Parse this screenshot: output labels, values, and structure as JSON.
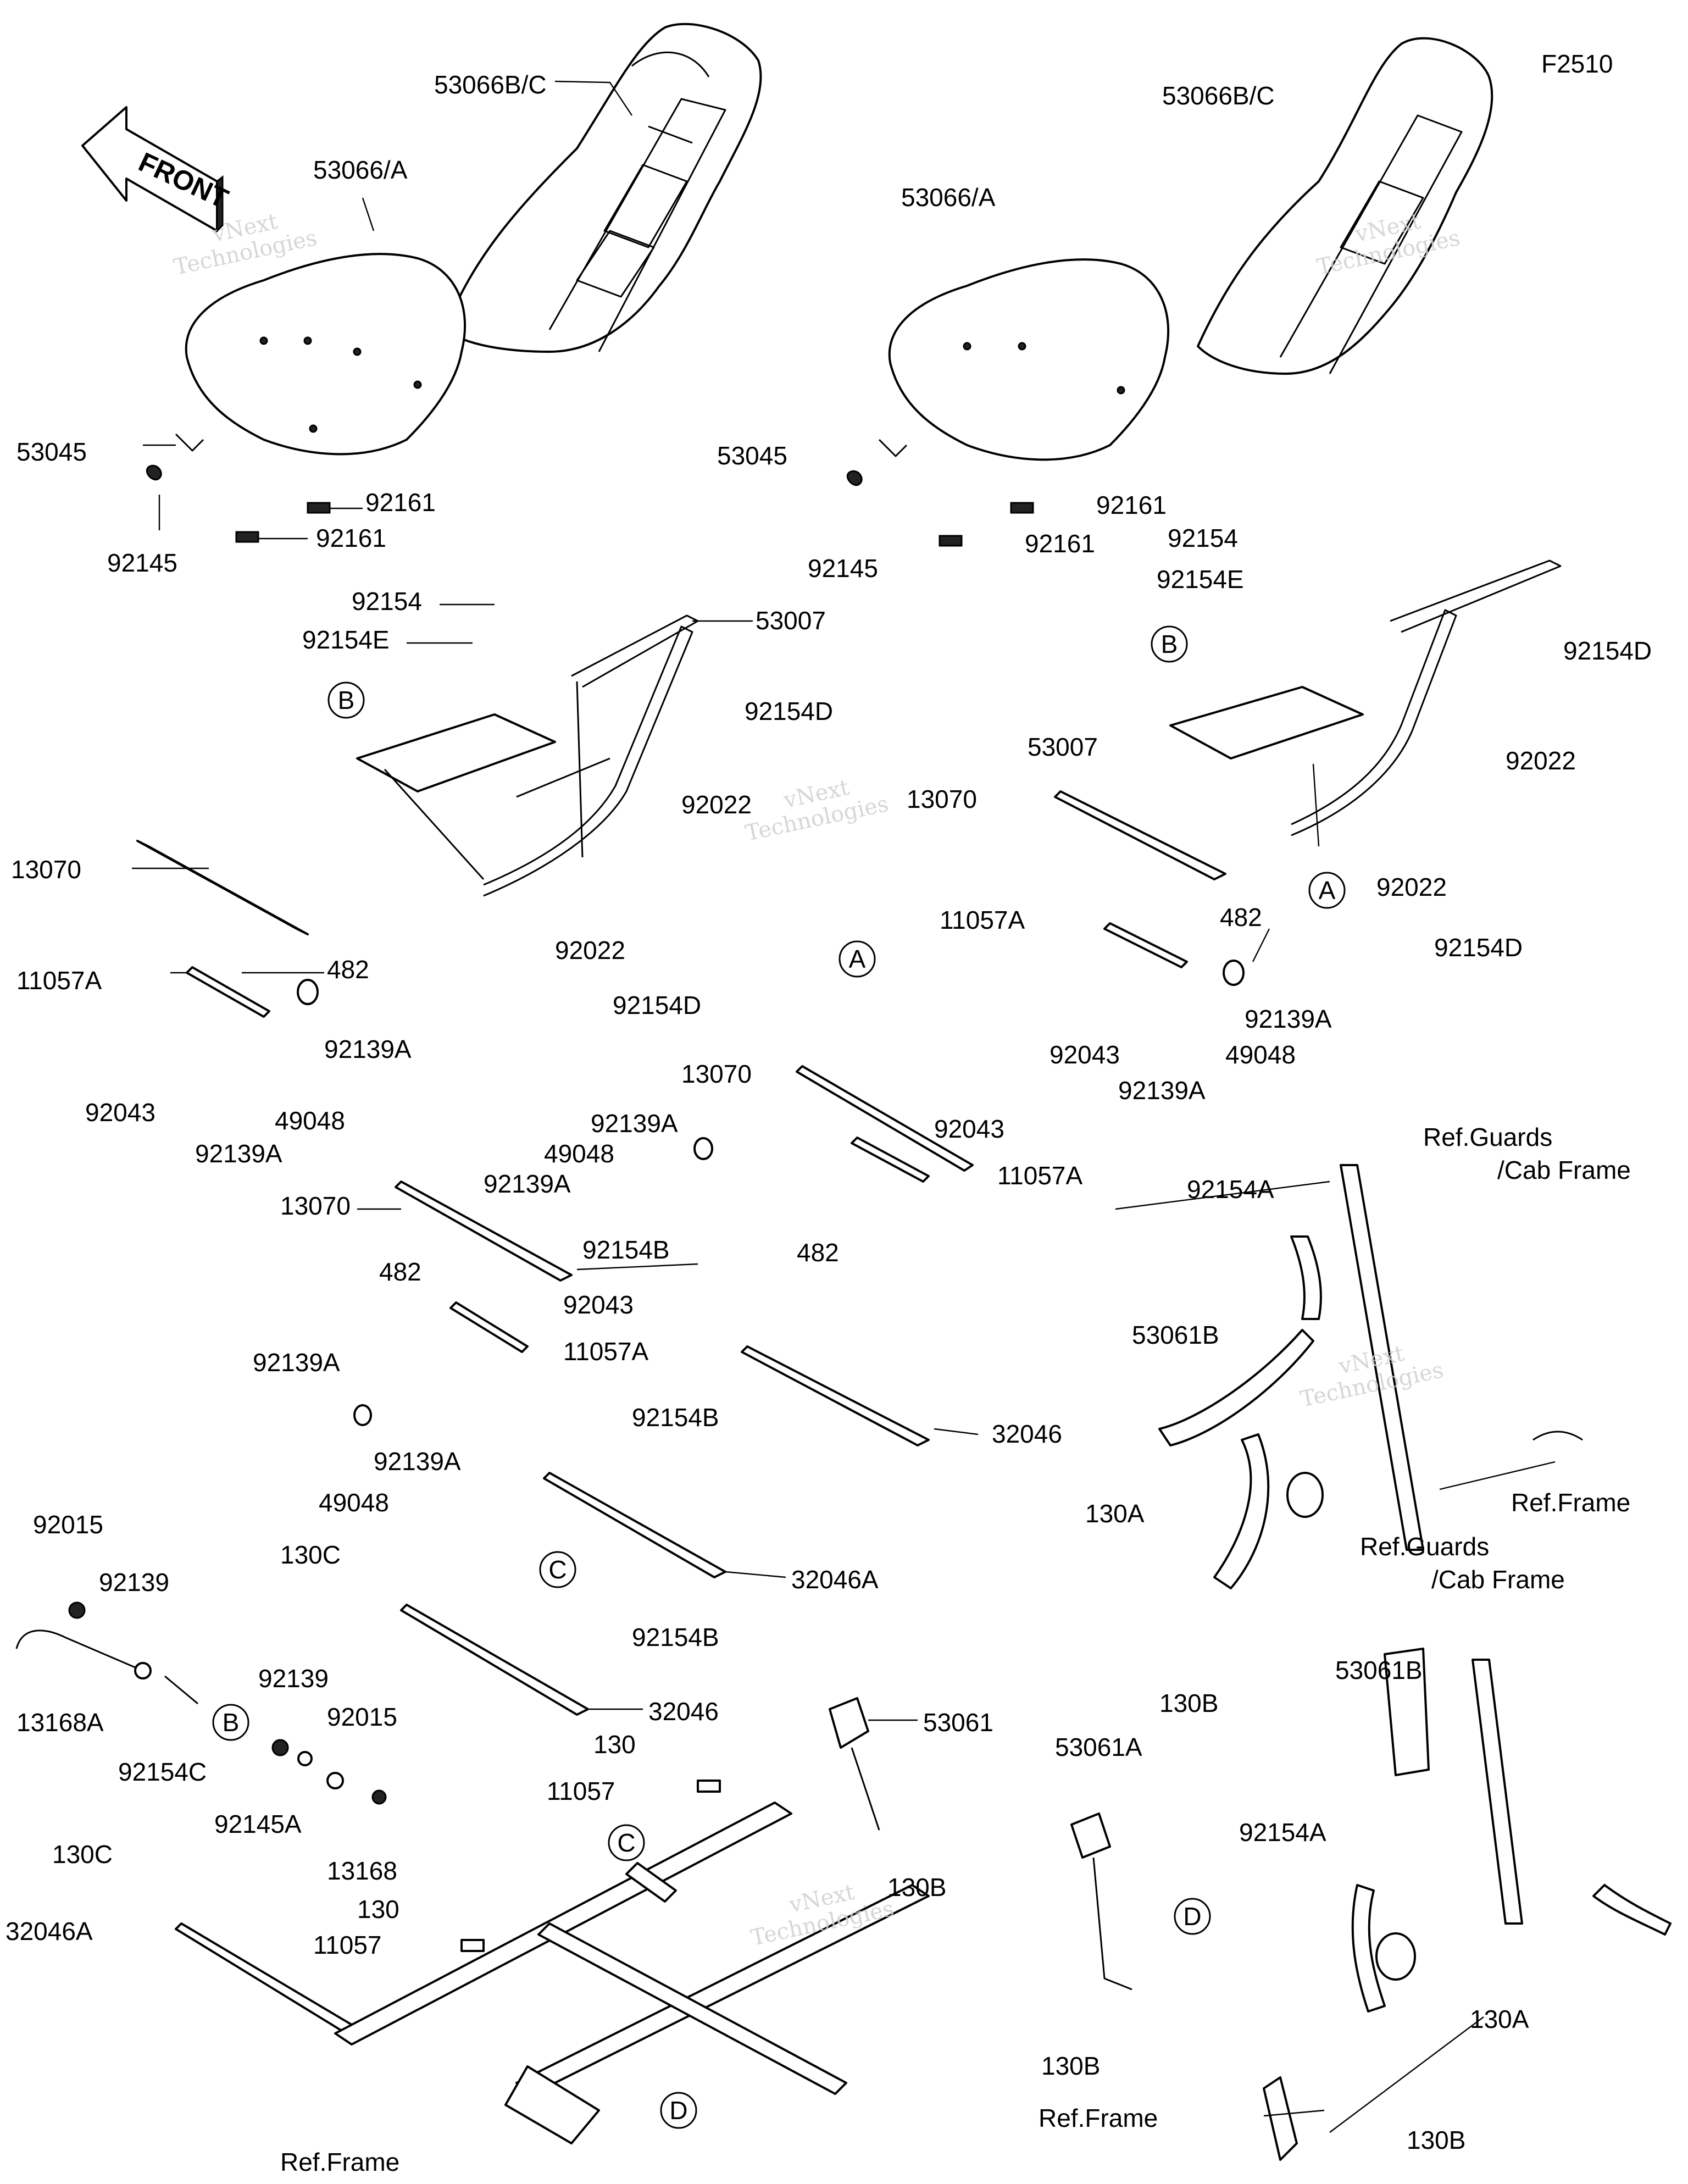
{
  "diagram_code": "F2510",
  "front_arrow_label": "FRONT",
  "watermark": {
    "line1": "vNext",
    "line2": "Technologies"
  },
  "refs": {
    "A": "A",
    "B": "B",
    "C": "C",
    "D": "D"
  },
  "labels": {
    "seat_back_l": "53066B/C",
    "seat_back_r": "53066B/C",
    "seat_cushion_l": "53066/A",
    "seat_cushion_r": "53066/A",
    "p53045_l": "53045",
    "p53045_r": "53045",
    "p92145_l": "92145",
    "p92145_r": "92145",
    "p92161_l1": "92161",
    "p92161_l2": "92161",
    "p92161_r1": "92161",
    "p92161_r2": "92161",
    "p92154_l": "92154",
    "p92154_r": "92154",
    "p92154E_l": "92154E",
    "p92154E_r": "92154E",
    "p53007_l": "53007",
    "p53007_r": "53007",
    "p92154D_l1": "92154D",
    "p92154D_l2": "92154D",
    "p92154D_r1": "92154D",
    "p92154D_r2": "92154D",
    "p92022_l1": "92022",
    "p92022_l2": "92022",
    "p92022_r1": "92022",
    "p92022_r2": "92022",
    "p13070_l": "13070",
    "p13070_r": "13070",
    "p13070_c1": "13070",
    "p13070_c2": "13070",
    "p11057A_l": "11057A",
    "p11057A_r": "11057A",
    "p11057A_c1": "11057A",
    "p11057A_c2": "11057A",
    "p482_l": "482",
    "p482_r": "482",
    "p482_c1": "482",
    "p482_c2": "482",
    "p92043_l": "92043",
    "p92043_r": "92043",
    "p92043_c1": "92043",
    "p92043_c2": "92043",
    "p92139A_l1": "92139A",
    "p92139A_l2": "92139A",
    "p92139A_r1": "92139A",
    "p92139A_r2": "92139A",
    "p92139A_c1": "92139A",
    "p92139A_c2": "92139A",
    "p92139A_c3": "92139A",
    "p92139A_c4": "92139A",
    "p49048_l": "49048",
    "p49048_r": "49048",
    "p49048_c1": "49048",
    "p49048_c2": "49048",
    "p92154B_1": "92154B",
    "p92154B_2": "92154B",
    "p92154B_3": "92154B",
    "p32046_1": "32046",
    "p32046_2": "32046",
    "p32046A_1": "32046A",
    "p32046A_2": "32046A",
    "p130C_1": "130C",
    "p130C_2": "130C",
    "p130_1": "130",
    "p130_2": "130",
    "p11057_1": "11057",
    "p11057_2": "11057",
    "p92015_1": "92015",
    "p92015_2": "92015",
    "p92139_1": "92139",
    "p92139_2": "92139",
    "p13168A": "13168A",
    "p92154C": "92154C",
    "p92145A": "92145A",
    "p13168": "13168",
    "p53061": "53061",
    "p130B_1": "130B",
    "p130B_2": "130B",
    "p130B_3": "130B",
    "p130B_4": "130B",
    "p53061A": "53061A",
    "p53061B_1": "53061B",
    "p53061B_2": "53061B",
    "p92154A_1": "92154A",
    "p92154A_2": "92154A",
    "p130A_1": "130A",
    "p130A_2": "130A",
    "ref_guards_1a": "Ref.Guards",
    "ref_guards_1b": "/Cab Frame",
    "ref_guards_2a": "Ref.Guards",
    "ref_guards_2b": "/Cab Frame",
    "ref_frame_1": "Ref.Frame",
    "ref_frame_2": "Ref.Frame",
    "ref_frame_3": "Ref.Frame"
  }
}
